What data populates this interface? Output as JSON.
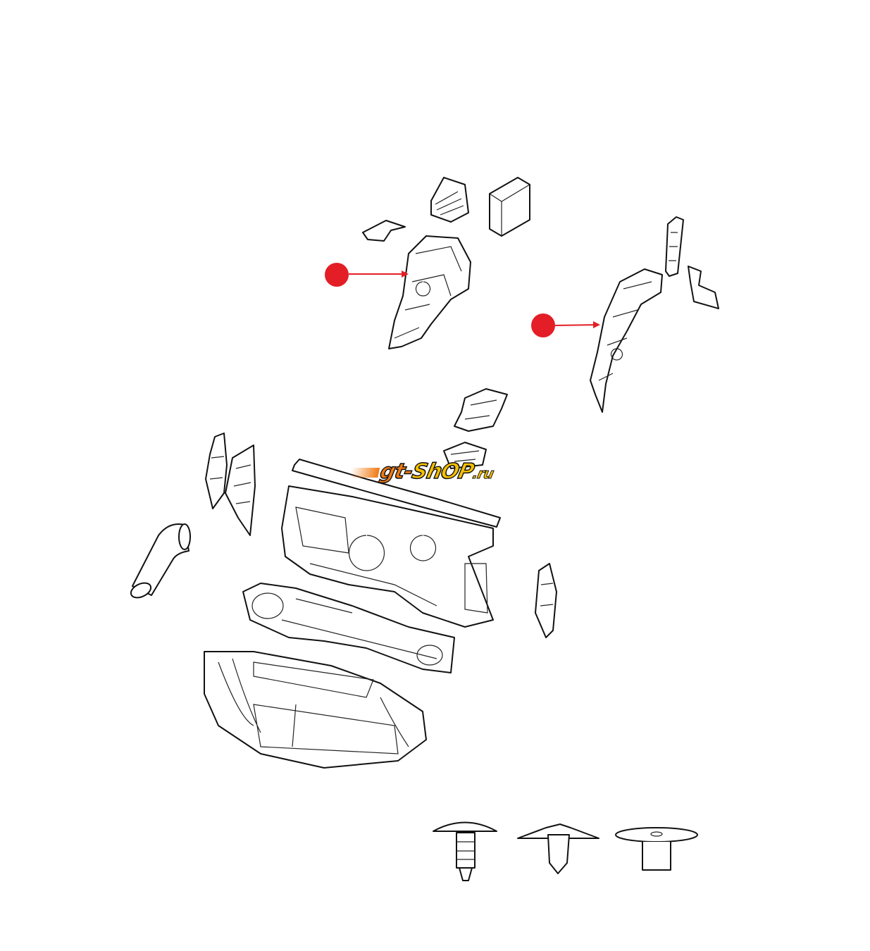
{
  "logo": {
    "part1": "gt-",
    "part2": "ShOP",
    "part3": ".ru"
  },
  "colors": {
    "marker": "#e41e26",
    "logo_orange": "#f07a12",
    "logo_yellow": "#f5c000"
  },
  "callouts": [
    {
      "marker": "red-dot",
      "target": "left-wheelhouse-silencer"
    },
    {
      "marker": "red-dot",
      "target": "right-wheelhouse-silencer"
    }
  ]
}
